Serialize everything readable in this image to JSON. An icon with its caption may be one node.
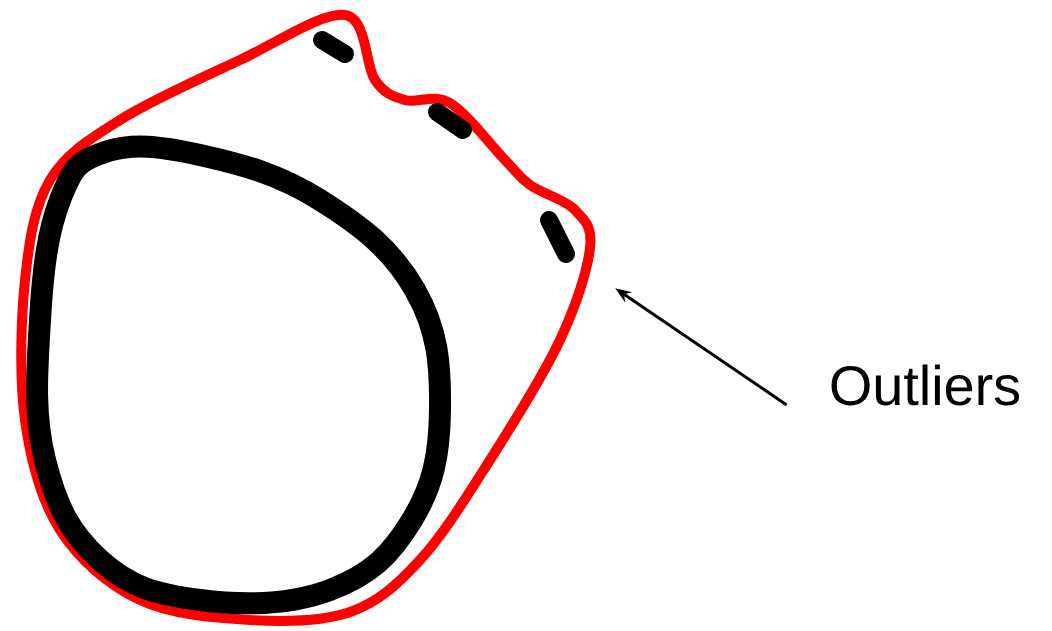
{
  "diagram": {
    "nodes": [
      {
        "text": [
          "Outliers"
        ]
      },
      {
        "text": [],
        "shape": "picture"
      }
    ],
    "edges": [
      {
        "from": 0,
        "to": 1,
        "arrow": "to"
      }
    ]
  }
}
